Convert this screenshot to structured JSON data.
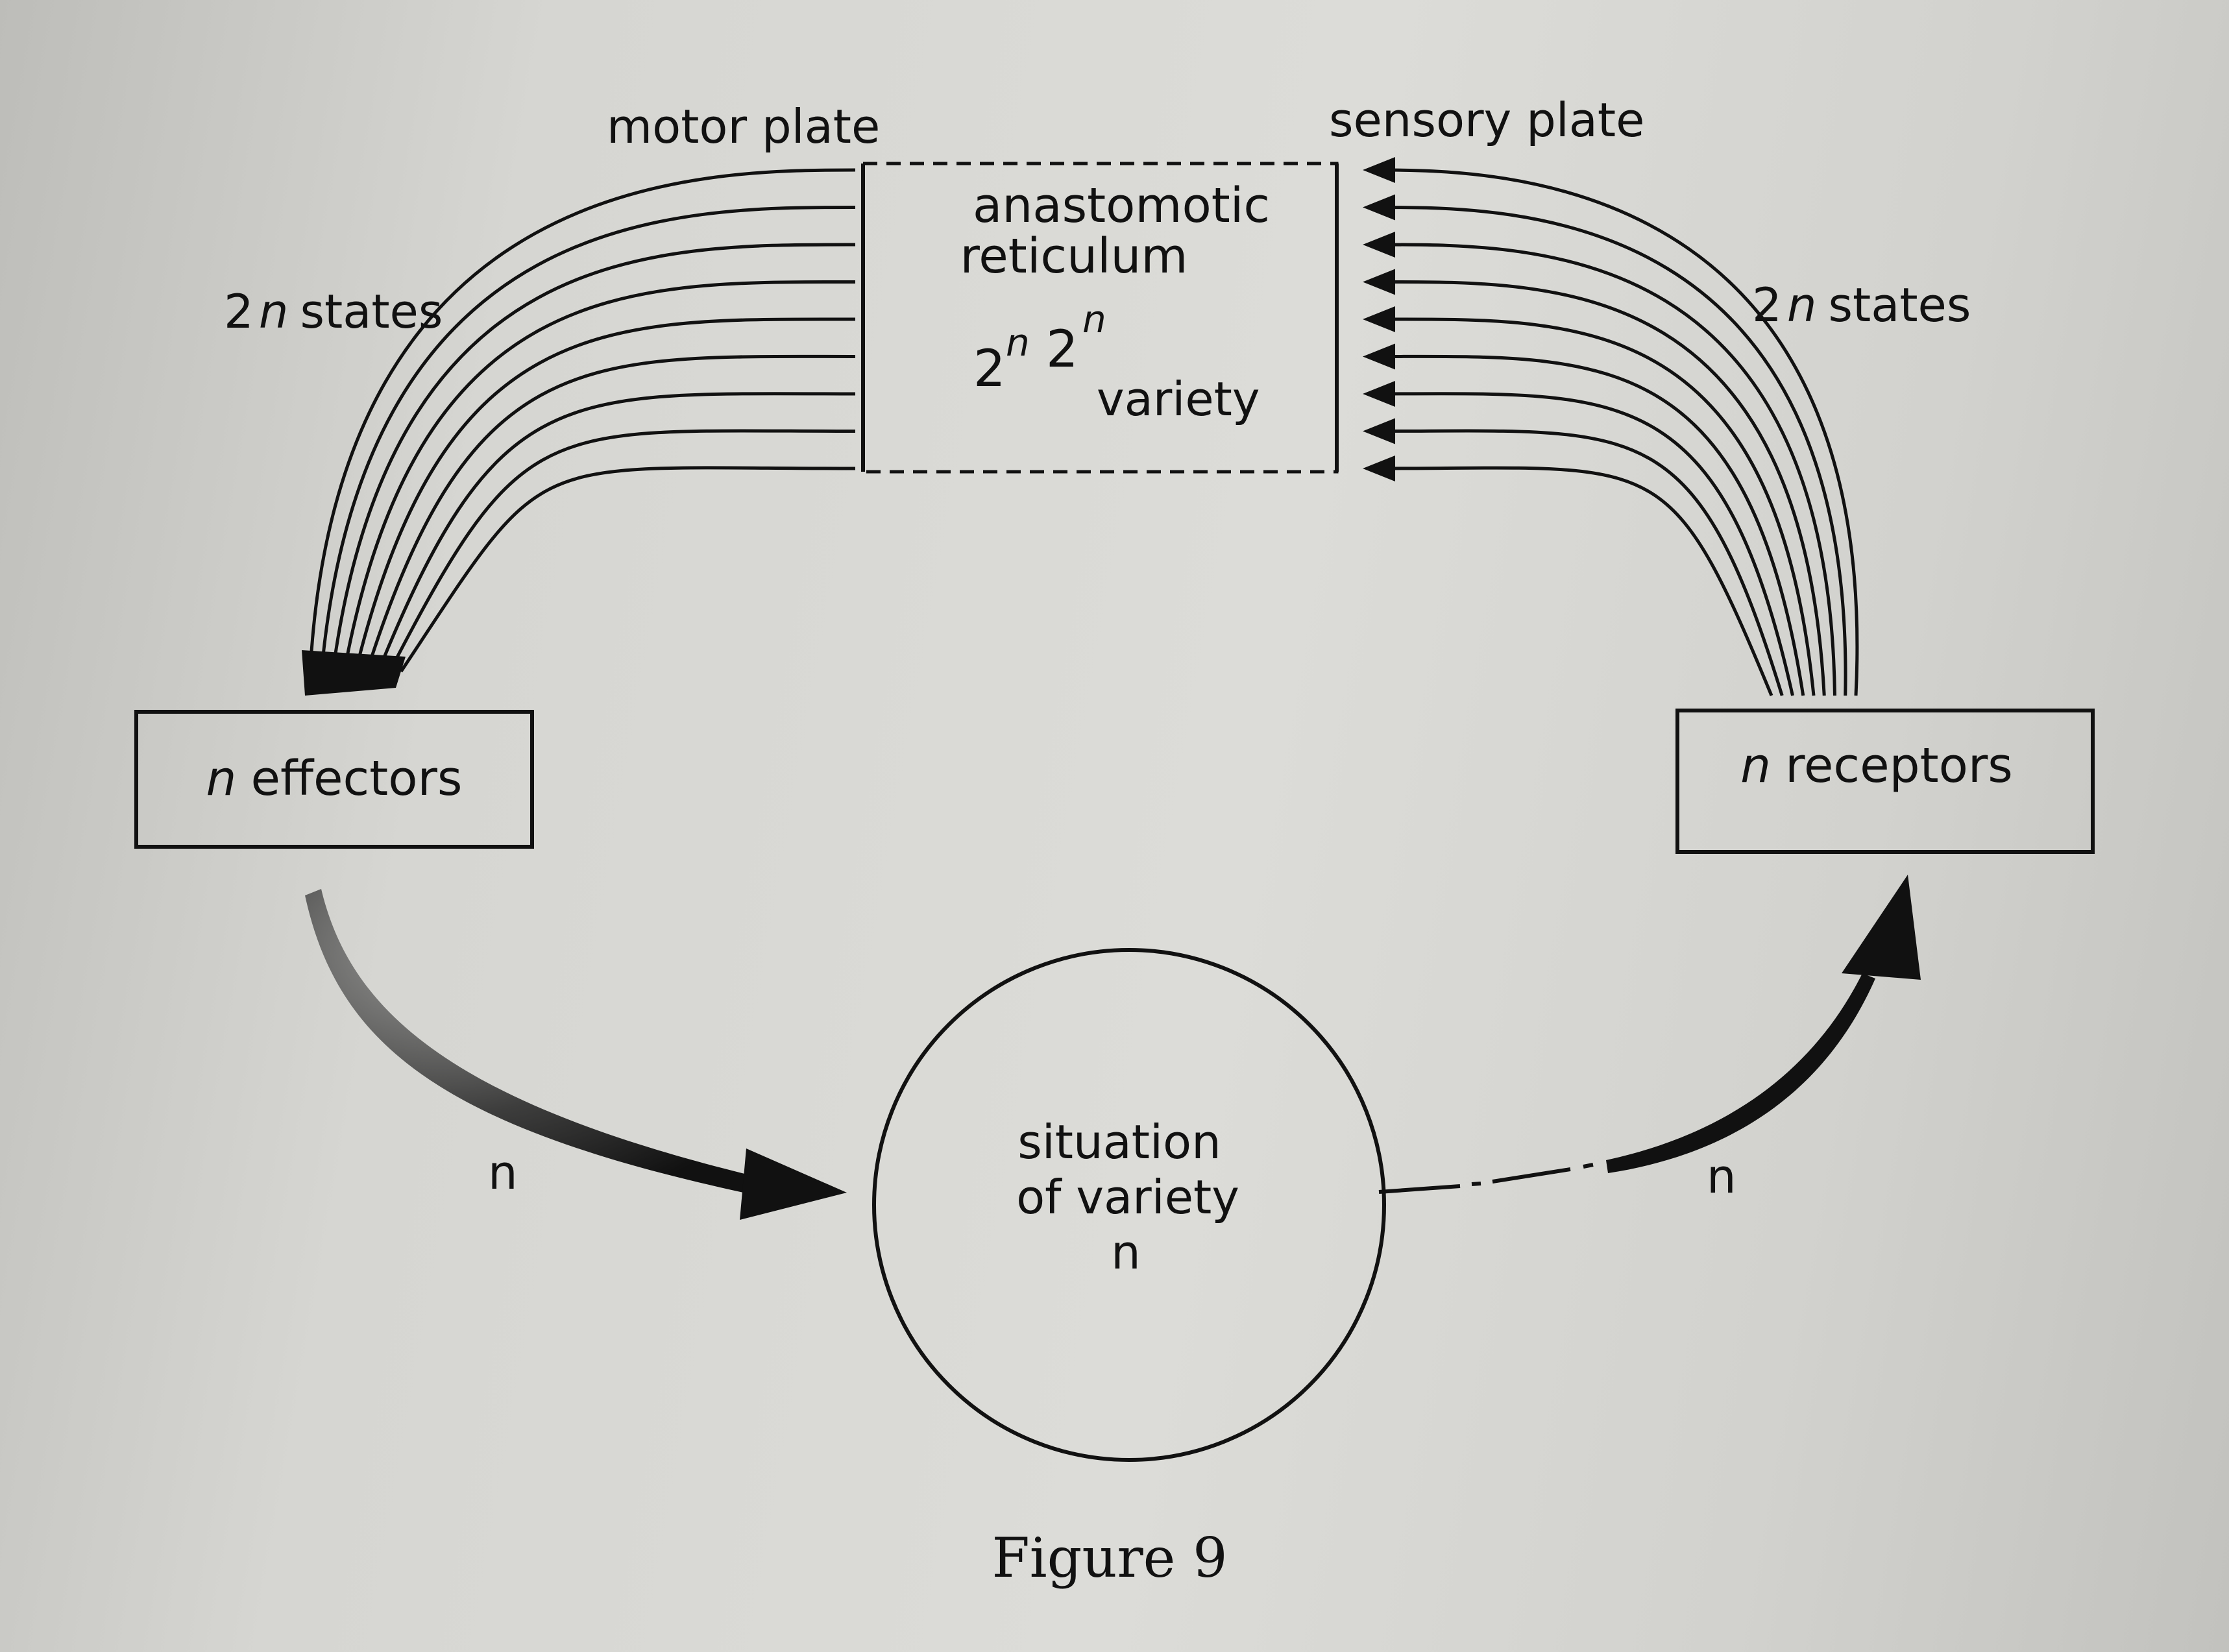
{
  "labels": {
    "motor_plate": "motor plate",
    "sensory_plate": "sensory plate",
    "states_left_n": "2",
    "states_left_sym": "n",
    "states_left_word": "states",
    "states_right_n": "2",
    "states_right_sym": "n",
    "states_right_word": "states"
  },
  "reticulum": {
    "line1": "anastomotic",
    "line2": "reticulum",
    "base1": "2",
    "exp1": "n",
    "base2": "2",
    "exp2": "n",
    "variety": "variety"
  },
  "effectors": {
    "sym": "n",
    "word": "effectors"
  },
  "receptors": {
    "sym": "n",
    "word": "receptors"
  },
  "situation": {
    "line1": "situation",
    "line2": "of variety",
    "line3": "n"
  },
  "arrows": {
    "left": "n",
    "right": "n"
  },
  "caption": "Figure 9"
}
